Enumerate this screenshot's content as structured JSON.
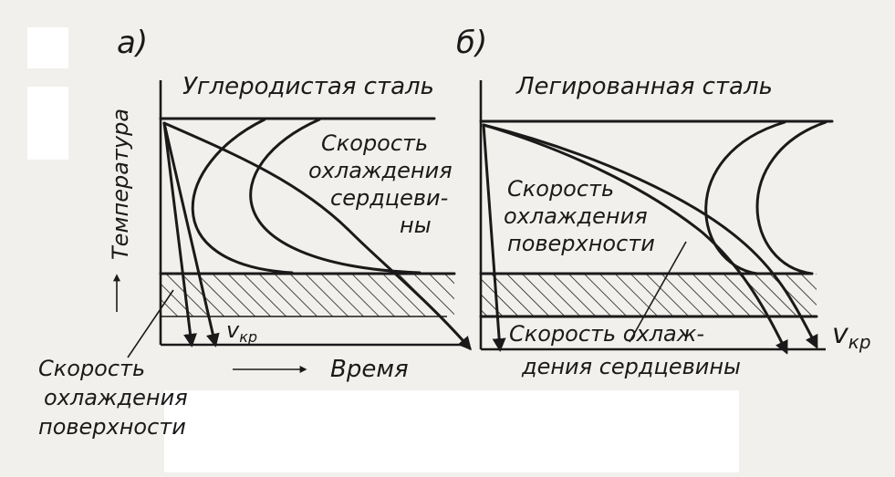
{
  "panel_a": {
    "letter": "а)",
    "title": "Углеродистая сталь",
    "core_label": [
      "Скорость",
      "охлаждения",
      "сердцеви-",
      "ны"
    ],
    "surface_label": [
      "Скорость",
      "охлаждения",
      "поверхности"
    ]
  },
  "panel_b": {
    "letter": "б)",
    "title": "Легированная сталь",
    "surface_label": [
      "Скорость",
      "охлаждения",
      "поверхности"
    ],
    "core_label": [
      "Скорость охлаж-",
      "дения сердцевины"
    ]
  },
  "axes": {
    "y_label": "Температура",
    "x_label": "Время",
    "critical_rate": "v",
    "critical_rate_sub": "кр"
  }
}
